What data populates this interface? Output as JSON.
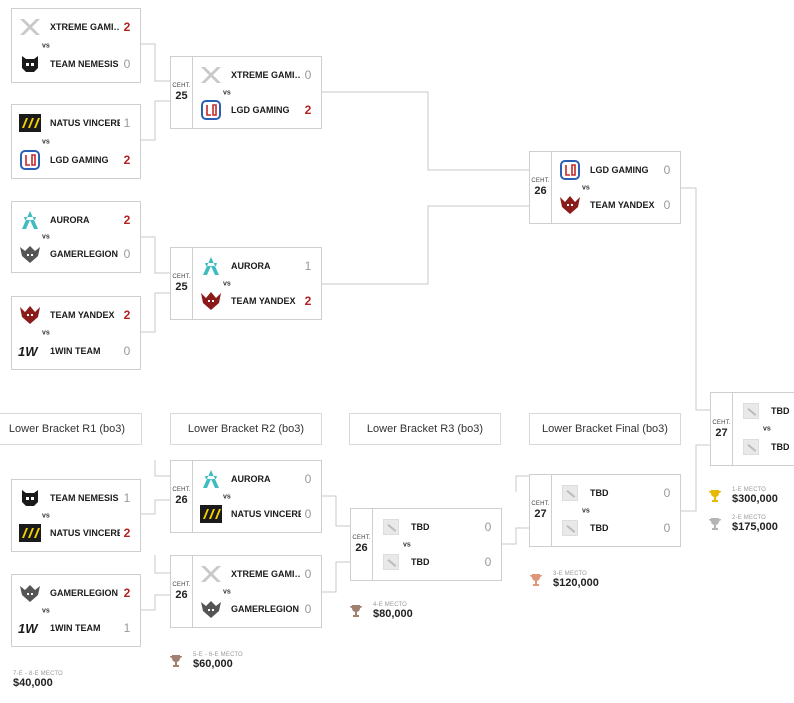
{
  "upper_bracket": {
    "r1": [
      {
        "team1": {
          "name": "XTREME GAMI…",
          "score": "2",
          "logo": "xtreme-gaming-logo",
          "win": true
        },
        "team2": {
          "name": "TEAM NEMESIS",
          "score": "0",
          "logo": "team-nemesis-logo",
          "win": false
        }
      },
      {
        "team1": {
          "name": "NATUS VINCERE",
          "score": "1",
          "logo": "natus-vincere-logo",
          "win": false
        },
        "team2": {
          "name": "LGD GAMING",
          "score": "2",
          "logo": "lgd-gaming-logo",
          "win": true
        }
      },
      {
        "team1": {
          "name": "AURORA",
          "score": "2",
          "logo": "aurora-logo",
          "win": true
        },
        "team2": {
          "name": "GAMERLEGION",
          "score": "0",
          "logo": "gamerlegion-logo",
          "win": false
        }
      },
      {
        "team1": {
          "name": "TEAM YANDEX",
          "score": "2",
          "logo": "team-yandex-logo",
          "win": true
        },
        "team2": {
          "name": "1WIN TEAM",
          "score": "0",
          "logo": "1win-team-logo",
          "win": false
        }
      }
    ],
    "r2": [
      {
        "month": "СЕНТ.",
        "day": "25",
        "team1": {
          "name": "XTREME GAMI…",
          "score": "0",
          "logo": "xtreme-gaming-logo",
          "win": false
        },
        "team2": {
          "name": "LGD GAMING",
          "score": "2",
          "logo": "lgd-gaming-logo",
          "win": true
        }
      },
      {
        "month": "СЕНТ.",
        "day": "25",
        "team1": {
          "name": "AURORA",
          "score": "1",
          "logo": "aurora-logo",
          "win": false
        },
        "team2": {
          "name": "TEAM YANDEX",
          "score": "2",
          "logo": "team-yandex-logo",
          "win": true
        }
      }
    ],
    "final": {
      "month": "СЕНТ.",
      "day": "26",
      "team1": {
        "name": "LGD GAMING",
        "score": "0",
        "logo": "lgd-gaming-logo",
        "win": false
      },
      "team2": {
        "name": "TEAM YANDEX",
        "score": "0",
        "logo": "team-yandex-logo",
        "win": false
      }
    },
    "grand_final": {
      "month": "СЕНТ.",
      "day": "27",
      "team1": {
        "name": "TBD",
        "score": "",
        "logo": "tbd-logo",
        "win": false
      },
      "team2": {
        "name": "TBD",
        "score": "",
        "logo": "tbd-logo",
        "win": false
      }
    }
  },
  "vs_label": "vs",
  "round_headers": [
    "Lower Bracket R1 (bo3)",
    "Lower Bracket R2 (bo3)",
    "Lower Bracket R3 (bo3)",
    "Lower Bracket Final (bo3)"
  ],
  "lower_bracket": {
    "r1": [
      {
        "team1": {
          "name": "TEAM NEMESIS",
          "score": "1",
          "logo": "team-nemesis-logo",
          "win": false
        },
        "team2": {
          "name": "NATUS VINCERE",
          "score": "2",
          "logo": "natus-vincere-logo",
          "win": true
        }
      },
      {
        "team1": {
          "name": "GAMERLEGION",
          "score": "2",
          "logo": "gamerlegion-logo",
          "win": true
        },
        "team2": {
          "name": "1WIN TEAM",
          "score": "1",
          "logo": "1win-team-logo",
          "win": false
        }
      }
    ],
    "r2": [
      {
        "month": "СЕНТ.",
        "day": "26",
        "team1": {
          "name": "AURORA",
          "score": "0",
          "logo": "aurora-logo",
          "win": false
        },
        "team2": {
          "name": "NATUS VINCERE",
          "score": "0",
          "logo": "natus-vincere-logo",
          "win": false
        }
      },
      {
        "month": "СЕНТ.",
        "day": "26",
        "team1": {
          "name": "XTREME GAMI…",
          "score": "0",
          "logo": "xtreme-gaming-logo",
          "win": false
        },
        "team2": {
          "name": "GAMERLEGION",
          "score": "0",
          "logo": "gamerlegion-logo",
          "win": false
        }
      }
    ],
    "r3": {
      "month": "СЕНТ.",
      "day": "26",
      "team1": {
        "name": "TBD",
        "score": "0",
        "logo": "tbd-logo",
        "win": false
      },
      "team2": {
        "name": "TBD",
        "score": "0",
        "logo": "tbd-logo",
        "win": false
      }
    },
    "final": {
      "month": "СЕНТ.",
      "day": "27",
      "team1": {
        "name": "TBD",
        "score": "0",
        "logo": "tbd-logo",
        "win": false
      },
      "team2": {
        "name": "TBD",
        "score": "0",
        "logo": "tbd-logo",
        "win": false
      }
    }
  },
  "prizes": {
    "first": {
      "label": "1-Е МЕСТО",
      "amount": "$300,000",
      "color": "#e6b800"
    },
    "second": {
      "label": "2-Е МЕСТО",
      "amount": "$175,000",
      "color": "#b5b5b5"
    },
    "third": {
      "label": "3-Е МЕСТО",
      "amount": "$120,000",
      "color": "#e0967a"
    },
    "fourth": {
      "label": "4-Е МЕСТО",
      "amount": "$80,000",
      "color": "#a08070"
    },
    "fifth_sixth": {
      "label": "5-Е - 6-Е МЕСТО",
      "amount": "$60,000",
      "color": "#a08070"
    },
    "seventh_eighth": {
      "label": "7-Е - 8-Е МЕСТО",
      "amount": "$40,000",
      "color": "#a08070"
    }
  },
  "colors": {
    "win_score": "#b22222",
    "lose_score": "#999999",
    "border": "#cfcfcf",
    "wire": "#c8c8c8"
  }
}
